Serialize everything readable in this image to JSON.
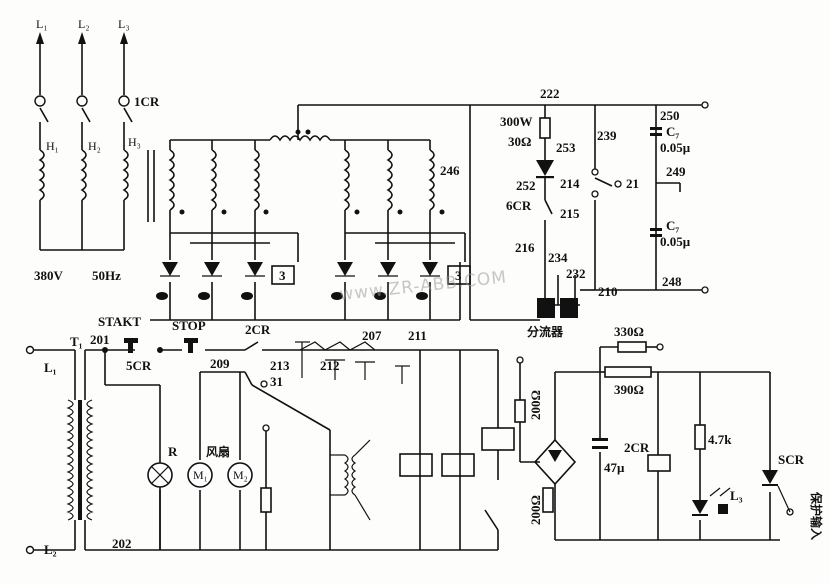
{
  "labels": {
    "L1_top": "L₁",
    "L2_top": "L₂",
    "L3_top": "L₃",
    "1CR": "1CR",
    "H1": "H₁",
    "H2": "H₂",
    "H3": "H₃",
    "v380": "380V",
    "hz50": "50Hz",
    "n222": "222",
    "n250": "250",
    "C7a": "C₇",
    "cap_a": "0.05μ",
    "n249": "249",
    "C7b": "C₇",
    "cap_b": "0.05μ",
    "n248": "248",
    "r300w": "300W",
    "r30": "30Ω",
    "n253": "253",
    "n239": "239",
    "n252": "252",
    "n214": "214",
    "n21": "21",
    "6CR": "6CR",
    "n215": "215",
    "n246": "246",
    "n216": "216",
    "n234": "234",
    "n232": "232",
    "n210": "210",
    "three_a": "3",
    "three_b": "3",
    "shunt": "分流器",
    "r330": "330Ω",
    "r390": "390Ω",
    "L1_bot": "L₁",
    "T1": "T₁",
    "n201": "201",
    "STAKT": "STAKT",
    "STOP": "STOP",
    "2CR_top": "2CR",
    "5CR": "5CR",
    "n209": "209",
    "n213": "213",
    "n212": "212",
    "n207": "207",
    "n211": "211",
    "n31": "31",
    "R": "R",
    "fan": "风扇",
    "M1": "M₁",
    "M2": "M₂",
    "r200a": "200Ω",
    "r200b": "200Ω",
    "c47": "47μ",
    "2CR_mid": "2CR",
    "r47k": "4.7k",
    "L3": "L₃",
    "SCR": "SCR",
    "protect": "保护输入",
    "L2_bot": "L₂",
    "n202": "202",
    "watermark": "www.ZR-ABB.COM"
  }
}
